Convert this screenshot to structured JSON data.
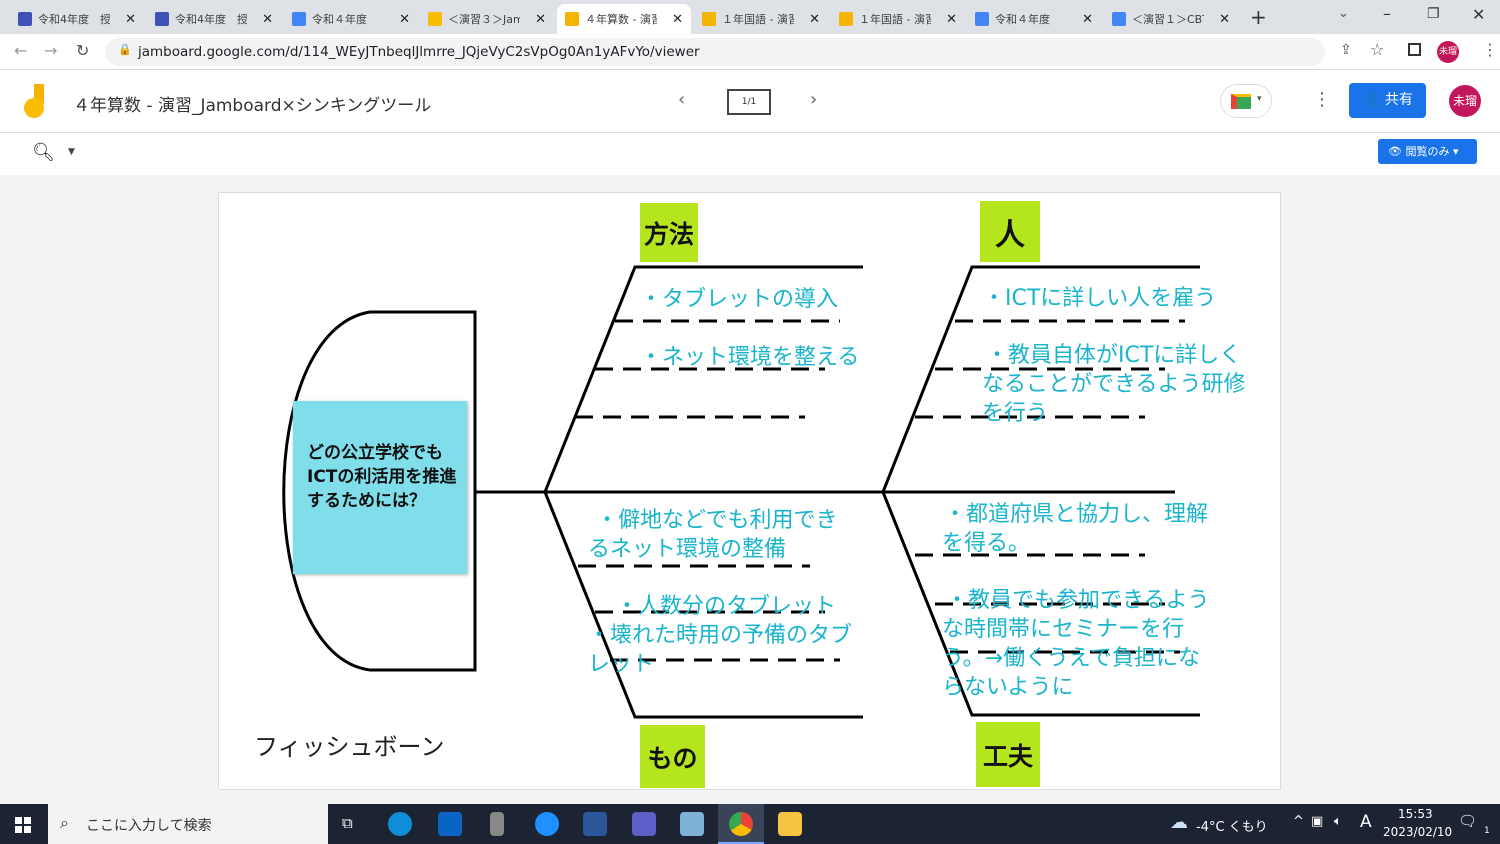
{
  "browser": {
    "tabs": [
      {
        "title": "令和4年度　授",
        "icon_color": "#3f51b5"
      },
      {
        "title": "令和4年度　授",
        "icon_color": "#3f51b5"
      },
      {
        "title": "令和４年度　",
        "icon_color": "#4285f4"
      },
      {
        "title": "＜演習３＞Jam",
        "icon_color": "#fbbc04"
      },
      {
        "title": "４年算数 - 演習",
        "icon_color": "#f4b400",
        "active": true
      },
      {
        "title": "１年国語 - 演習",
        "icon_color": "#f4b400"
      },
      {
        "title": "１年国語 - 演習",
        "icon_color": "#f4b400"
      },
      {
        "title": "令和４年度　",
        "icon_color": "#4285f4"
      },
      {
        "title": "＜演習１＞CBT",
        "icon_color": "#4285f4"
      }
    ],
    "url": "jamboard.google.com/d/114_WEyJTnbeqlJlmrre_JQjeVyC2sVpOg0An1yAFvYo/viewer",
    "profile": "未瑠"
  },
  "app": {
    "title": "４年算数 - 演習_Jamboard×シンキングツール",
    "frame_counter": "1/1",
    "share_label": "共有",
    "avatar": "未瑠",
    "view_only_label": "閲覧のみ"
  },
  "board": {
    "question": "どの公立学校でもICTの利活用を推進するためには？",
    "caption": "フィッシュボーン",
    "categories": {
      "top_left": "方法",
      "top_right": "人",
      "bottom_left": "もの",
      "bottom_right": "工夫"
    },
    "notes": {
      "method": [
        "・タブレットの導入",
        "・ネット環境を整える"
      ],
      "person": [
        "・ICTに詳しい人を雇う",
        "・教員自体がICTに詳しくなることができるよう研修を行う"
      ],
      "thing": [
        "・僻地などでも利用できるネット環境の整備",
        "・人数分のタブレット\n・壊れた時用の予備のタブレット"
      ],
      "device": [
        "・都道府県と協力し、理解を得る。",
        "・教員でも参加できるような時間帯にセミナーを行う。→働くうえで負担にならないように"
      ]
    }
  },
  "taskbar": {
    "search_placeholder": "ここに入力して検索",
    "weather": "-4°C くもり",
    "ime": "A",
    "time": "15:53",
    "date": "2023/02/10",
    "notifications": "1"
  }
}
